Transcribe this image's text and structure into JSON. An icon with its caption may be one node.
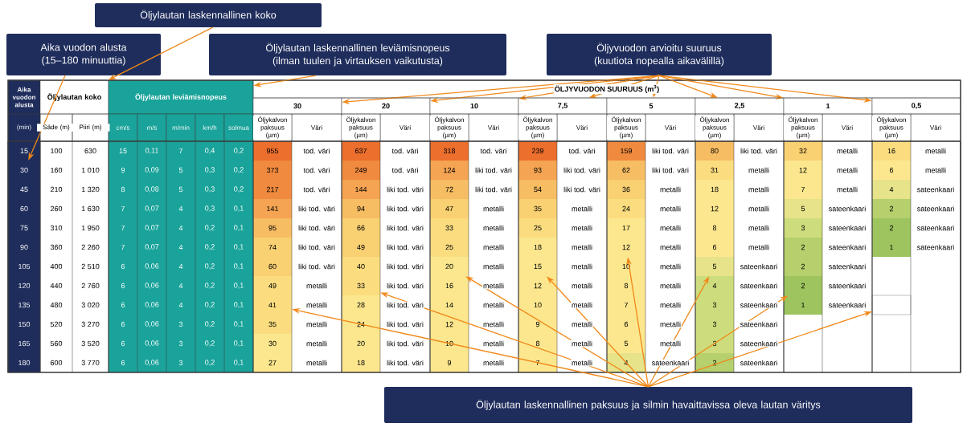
{
  "diagram": {
    "nodes": [
      {
        "text": [
          "Öljylautan laskennallinen koko"
        ]
      },
      {
        "text": [
          "Aika vuodon alusta (15–180 minuuttia)"
        ]
      },
      {
        "text": [
          "Öljylautan laskennallinen leviämisnopeus (ilman tuulen ja virtauksen vaikutusta)"
        ]
      },
      {
        "text": [
          "Öljyvuodon arvioitu suuruus (kuutiota nopealla aikavälillä)"
        ]
      },
      {
        "text": [
          "Öljylautan laskennallinen paksuus ja silmin havaittavissa oleva lautan väritys"
        ]
      },
      {
        "text": [
          "Öljylautan koko"
        ]
      },
      {
        "text": [
          "Öljylautan leviämisnopeus"
        ]
      },
      {
        "text": [
          "30"
        ]
      },
      {
        "text": [
          "30"
        ]
      },
      {
        "text": [
          "20"
        ]
      },
      {
        "text": [
          "10"
        ]
      },
      {
        "text": [
          "7,5"
        ]
      },
      {
        "text": [
          "5"
        ]
      },
      {
        "text": [
          "2,5"
        ]
      },
      {
        "text": [
          "1"
        ]
      },
      {
        "text": [
          "0,5"
        ]
      },
      {
        "text": [
          "41"
        ]
      },
      {
        "text": [
          "33"
        ]
      },
      {
        "text": [
          "20"
        ]
      },
      {
        "text": [
          "15"
        ]
      },
      {
        "text": [
          "12"
        ]
      },
      {
        "text": [
          "5"
        ]
      },
      {
        "text": [
          "2"
        ]
      },
      {
        "text": [],
        "shape": "box"
      }
    ],
    "edges": [
      {
        "from": 0,
        "to": 5,
        "arrow": "to"
      },
      {
        "from": 1,
        "to": 7,
        "arrow": "to"
      },
      {
        "from": 2,
        "to": 6,
        "arrow": "to"
      },
      {
        "from": 3,
        "to": 8,
        "arrow": "to"
      },
      {
        "from": 3,
        "to": 9,
        "arrow": "to"
      },
      {
        "from": 3,
        "to": 10,
        "arrow": "to"
      },
      {
        "from": 3,
        "to": 11,
        "arrow": "to"
      },
      {
        "from": 3,
        "to": 12,
        "arrow": "to"
      },
      {
        "from": 3,
        "to": 13,
        "arrow": "to"
      },
      {
        "from": 3,
        "to": 14,
        "arrow": "to"
      },
      {
        "from": 3,
        "to": 15,
        "arrow": "to"
      },
      {
        "from": 4,
        "to": 16,
        "arrow": "to"
      },
      {
        "from": 4,
        "to": 17,
        "arrow": "to"
      },
      {
        "from": 4,
        "to": 18,
        "arrow": "to"
      },
      {
        "from": 4,
        "to": 19,
        "arrow": "to"
      },
      {
        "from": 4,
        "to": 20,
        "arrow": "to"
      },
      {
        "from": 4,
        "to": 21,
        "arrow": "to"
      },
      {
        "from": 4,
        "to": 22,
        "arrow": "to"
      },
      {
        "from": 4,
        "to": 23,
        "arrow": "to"
      }
    ],
    "labels": [
      "Aika vuodon alusta",
      "ÖLJYVUODON SUURUUS (m$^{3}$)",
      "(min)",
      "Säde (m)",
      "Piiri (m)",
      "cm/s",
      "m/s",
      "m/min",
      "km/h",
      "solmua",
      "Öljykalvon paksuus (µm)",
      "Väri",
      "Öljykalvon paksuus (µm)",
      "Väri",
      "Öljykalvon paksuus (µm)",
      "Väri",
      "Öljykalvon paksuus (µm)",
      "Väri",
      "Öljykalvon paksuus (µm)",
      "Väri",
      "Öljykalvon paksuus (µm)",
      "Väri",
      "Öljykalvon paksuus (µm)",
      "Väri",
      "Öljykalvon paksuus (µm)",
      "Väri",
      "15",
      "100",
      "630",
      "15",
      "0,11",
      "7",
      "0,4",
      "0,2",
      "955",
      "tod. väri",
      "637",
      "tod. väri",
      "318",
      "tod. väri",
      "239",
      "tod. väri",
      "159",
      "liki tod. väri",
      "80",
      "liki tod. väri",
      "32",
      "metalli",
      "16",
      "metalli",
      "160",
      "1 010",
      "9",
      "0,09",
      "5",
      "0,3",
      "0,2",
      "373",
      "tod. väri",
      "249",
      "tod. väri",
      "124",
      "liki tod. väri",
      "93",
      "liki tod. väri",
      "62",
      "liki tod. väri",
      "31",
      "metalli",
      "12",
      "metalli",
      "6",
      "metalli",
      "45",
      "210",
      "1 320",
      "8",
      "0,08",
      "5",
      "0,3",
      "0,2",
      "217",
      "tod. väri",
      "144",
      "liki tod. väri",
      "72",
      "liki tod. väri",
      "54",
      "liki tod. väri",
      "36",
      "metalli",
      "18",
      "metalli",
      "7",
      "metalli",
      "4",
      "sateenkaari",
      "60",
      "260",
      "1 630",
      "7",
      "0,07",
      "4",
      "0,3",
      "0,1",
      "141",
      "liki tod. väri",
      "94",
      "liki tod. väri",
      "47",
      "metalli",
      "35",
      "metalli",
      "24",
      "metalli",
      "12",
      "metalli",
      "5",
      "sateenkaari",
      "2",
      "sateenkaari",
      "75",
      "310",
      "1 950",
      "7",
      "0,07",
      "4",
      "0,2",
      "0,1",
      "95",
      "liki tod. väri",
      "66",
      "liki tod. väri",
      "33",
      "metalli",
      "25",
      "metalli",
      "17",
      "metalli",
      "8",
      "metalli",
      "3",
      "sateenkaari",
      "2",
      "sateenkaari",
      "90",
      "360",
      "2 260",
      "7",
      "0,07",
      "4",
      "0,2",
      "0,1",
      "74",
      "liki tod. väri",
      "49",
      "liki tod. väri",
      "25",
      "metalli",
      "18",
      "metalli",
      "metalli",
      "6",
      "metalli",
      "2",
      "sateenkaari",
      "1",
      "sateenkaari",
      "105",
      "400",
      "2 510",
      "6",
      "0,06",
      "4",
      "0,2",
      "0,1",
      "60",
      "liki tod. väri",
      "40",
      "liki tod. väri",
      "metalli",
      "metalli",
      "10",
      "metalli",
      "sateenkaari",
      "2",
      "sateenkaari",
      "120",
      "440",
      "2 760",
      "6",
      "0,06",
      "4",
      "0,2",
      "0,1",
      "49",
      "metalli",
      "liki tod. väri",
      "16",
      "metalli",
      "12",
      "metalli",
      "8",
      "metalli",
      "4",
      "sateenkaari",
      "sateenkaari",
      "135",
      "480",
      "3 020",
      "6",
      "0,06",
      "4",
      "0,2",
      "0,1",
      "metalli",
      "28",
      "liki tod. väri",
      "14",
      "metalli",
      "10",
      "metalli",
      "7",
      "metalli",
      "3",
      "sateenkaari",
      "1",
      "sateenkaari",
      "150",
      "520",
      "3 270",
      "6",
      "0,06",
      "3",
      "0,2",
      "0,1",
      "35",
      "metalli",
      "24",
      "liki tod. väri",
      "12",
      "metalli",
      "9",
      "metalli",
      "6",
      "metalli",
      "3",
      "sateenkaari",
      "165",
      "560",
      "3 520",
      "6",
      "0,06",
      "3",
      "0,2",
      "0,1",
      "30",
      "metalli",
      "20",
      "liki tod. väri",
      "10",
      "metalli",
      "8",
      "metalli",
      "5",
      "metalli",
      "3",
      "sateenkaari",
      "180",
      "600",
      "3 770",
      "6",
      "0,06",
      "3",
      "0,2",
      "0,1",
      "27",
      "metalli",
      "18",
      "liki tod. väri",
      "9",
      "metalli",
      "7",
      "metalli",
      "4",
      "sateenkaari",
      "2",
      "sateenkaari"
    ]
  }
}
